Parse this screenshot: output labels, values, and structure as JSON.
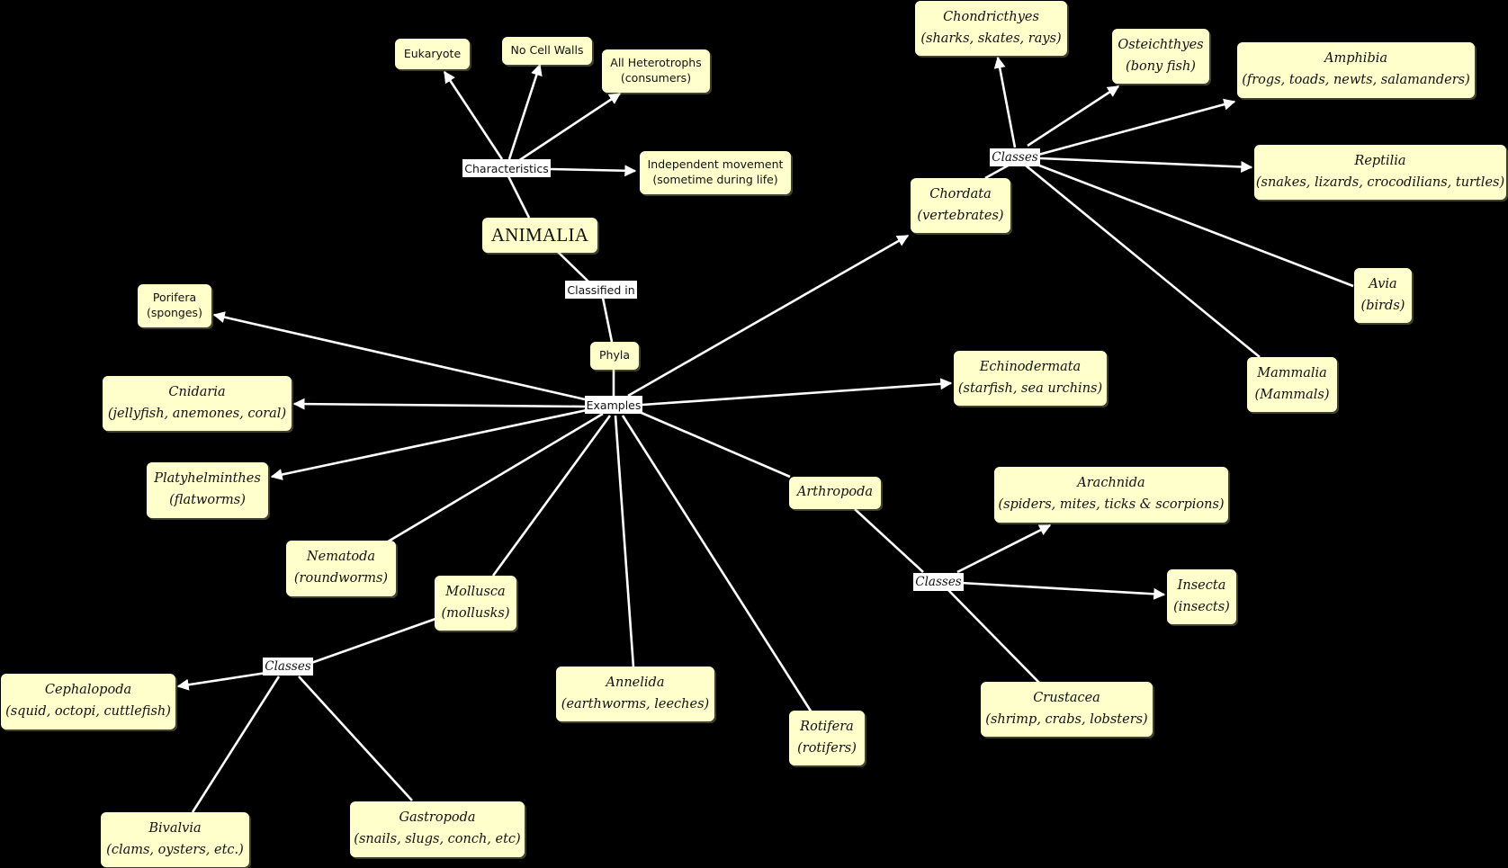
{
  "root": "ANIMALIA",
  "links": {
    "characteristics": "Characteristics",
    "classified_in": "Classified in",
    "examples": "Examples",
    "classes_chordata": "Classes",
    "classes_arthropoda": "Classes",
    "classes_mollusca": "Classes"
  },
  "characteristics": [
    {
      "line1": "Eukaryote"
    },
    {
      "line1": "No Cell Walls"
    },
    {
      "line1": "All Heterotrophs",
      "line2": "(consumers)"
    },
    {
      "line1": "Independent movement",
      "line2": "(sometime during life)"
    }
  ],
  "phyla_label": "Phyla",
  "phyla": {
    "porifera": {
      "name": "Porifera",
      "desc": "(sponges)"
    },
    "cnidaria": {
      "name": "Cnidaria",
      "desc": "(jellyfish, anemones, coral)"
    },
    "platyhelminthes": {
      "name": "Platyhelminthes",
      "desc": "(flatworms)"
    },
    "nematoda": {
      "name": "Nematoda",
      "desc": "(roundworms)"
    },
    "mollusca": {
      "name": "Mollusca",
      "desc": "(mollusks)"
    },
    "annelida": {
      "name": "Annelida",
      "desc": "(earthworms, leeches)"
    },
    "rotifera": {
      "name": "Rotifera",
      "desc": "(rotifers)"
    },
    "arthropoda": {
      "name": "Arthropoda"
    },
    "echinodermata": {
      "name": "Echinodermata",
      "desc": "(starfish, sea urchins)"
    },
    "chordata": {
      "name": "Chordata",
      "desc": "(vertebrates)"
    }
  },
  "chordata_classes": {
    "chondrichthyes": {
      "name": "Chondricthyes",
      "desc": "(sharks, skates, rays)"
    },
    "osteichthyes": {
      "name": "Osteichthyes",
      "desc": "(bony fish)"
    },
    "amphibia": {
      "name": "Amphibia",
      "desc": "(frogs, toads, newts, salamanders)"
    },
    "reptilia": {
      "name": "Reptilia",
      "desc": "(snakes, lizards, crocodilians, turtles)"
    },
    "avia": {
      "name": "Avia",
      "desc": "(birds)"
    },
    "mammalia": {
      "name": "Mammalia",
      "desc": "(Mammals)"
    }
  },
  "arthropoda_classes": {
    "arachnida": {
      "name": "Arachnida",
      "desc": "(spiders, mites, ticks & scorpions)"
    },
    "insecta": {
      "name": "Insecta",
      "desc": "(insects)"
    },
    "crustacea": {
      "name": "Crustacea",
      "desc": "(shrimp, crabs, lobsters)"
    }
  },
  "mollusca_classes": {
    "cephalopoda": {
      "name": "Cephalopoda",
      "desc": "(squid, octopi, cuttlefish)"
    },
    "bivalvia": {
      "name": "Bivalvia",
      "desc": "(clams, oysters, etc.)"
    },
    "gastropoda": {
      "name": "Gastropoda",
      "desc": "(snails, slugs, conch, etc)"
    }
  },
  "colors": {
    "background": "#000000",
    "node_fill": "#ffffcc",
    "connector": "#ffffff"
  }
}
